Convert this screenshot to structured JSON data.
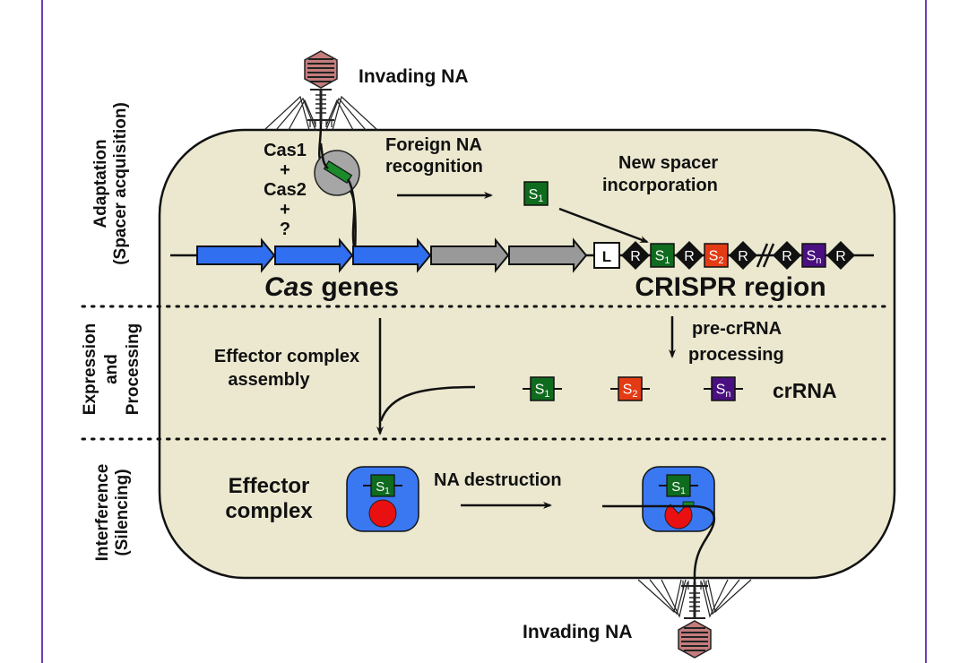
{
  "colors": {
    "frame": "#6a3fb5",
    "cell_fill": "#ebe8cf",
    "cas_active": "#2f6ff0",
    "cas_other": "#999999",
    "spacer1": "#0f6b1e",
    "spacer2": "#e33b14",
    "spacern": "#4a0f80",
    "repeat": "#111111",
    "leader": "#ffffff",
    "effector_fill": "#3a78f2",
    "nuclease": "#e81010",
    "phage_head": "#c47c7c"
  },
  "phases": [
    {
      "line1": "Adaptation",
      "line2": "(Spacer acquisition)"
    },
    {
      "line1": "Expression",
      "line2": "and",
      "line3": "Processing"
    },
    {
      "line1": "Interference",
      "line2": "(Silencing)"
    }
  ],
  "labels": {
    "invading_top": "Invading NA",
    "invading_bottom": "Invading NA",
    "cas1": "Cas1",
    "plus1": "+",
    "cas2": "Cas2",
    "plus2": "+",
    "question": "?",
    "foreign_line1": "Foreign NA",
    "foreign_line2": "recognition",
    "new_spacer_line1": "New spacer",
    "new_spacer_line2": "incorporation",
    "cas_genes_italic": "Cas",
    "cas_genes_rest": " genes",
    "crispr_region": "CRISPR region",
    "pre_crrna_line1": "pre-crRNA",
    "pre_crrna_line2": "processing",
    "effector_assembly_line1": "Effector complex",
    "effector_assembly_line2": "assembly",
    "crrna": "crRNA",
    "effector_line1": "Effector",
    "effector_line2": "complex",
    "na_destruction": "NA destruction"
  },
  "crispr_array": {
    "leader": "L",
    "repeat": "R",
    "spacers": [
      {
        "base": "S",
        "sub": "1"
      },
      {
        "base": "S",
        "sub": "2"
      },
      {
        "base": "S",
        "sub": "n"
      }
    ]
  },
  "new_spacer": {
    "base": "S",
    "sub": "1"
  },
  "cas_gene_arrows": [
    {
      "kind": "active"
    },
    {
      "kind": "active"
    },
    {
      "kind": "active"
    },
    {
      "kind": "other"
    },
    {
      "kind": "other"
    }
  ]
}
